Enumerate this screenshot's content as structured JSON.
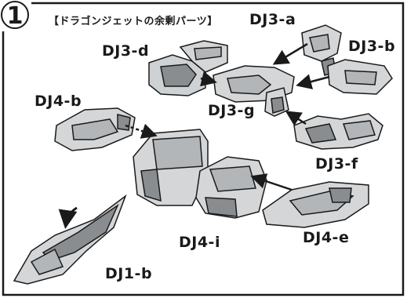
{
  "step": {
    "number": "1"
  },
  "header": {
    "title": "【ドラゴンジェットの余剰パーツ】"
  },
  "labels": {
    "dj3a": "DJ3-a",
    "dj3b": "DJ3-b",
    "dj3d": "DJ3-d",
    "dj3g": "DJ3-g",
    "dj3f": "DJ3-f",
    "dj4b": "DJ4-b",
    "dj4i": "DJ4-i",
    "dj4e": "DJ4-e",
    "dj1b": "DJ1-b"
  },
  "colors": {
    "ink": "#1a1a1a",
    "part_fill": "#d4d6d8",
    "part_dark": "#8a8d90",
    "part_mid": "#b3b6b9"
  }
}
